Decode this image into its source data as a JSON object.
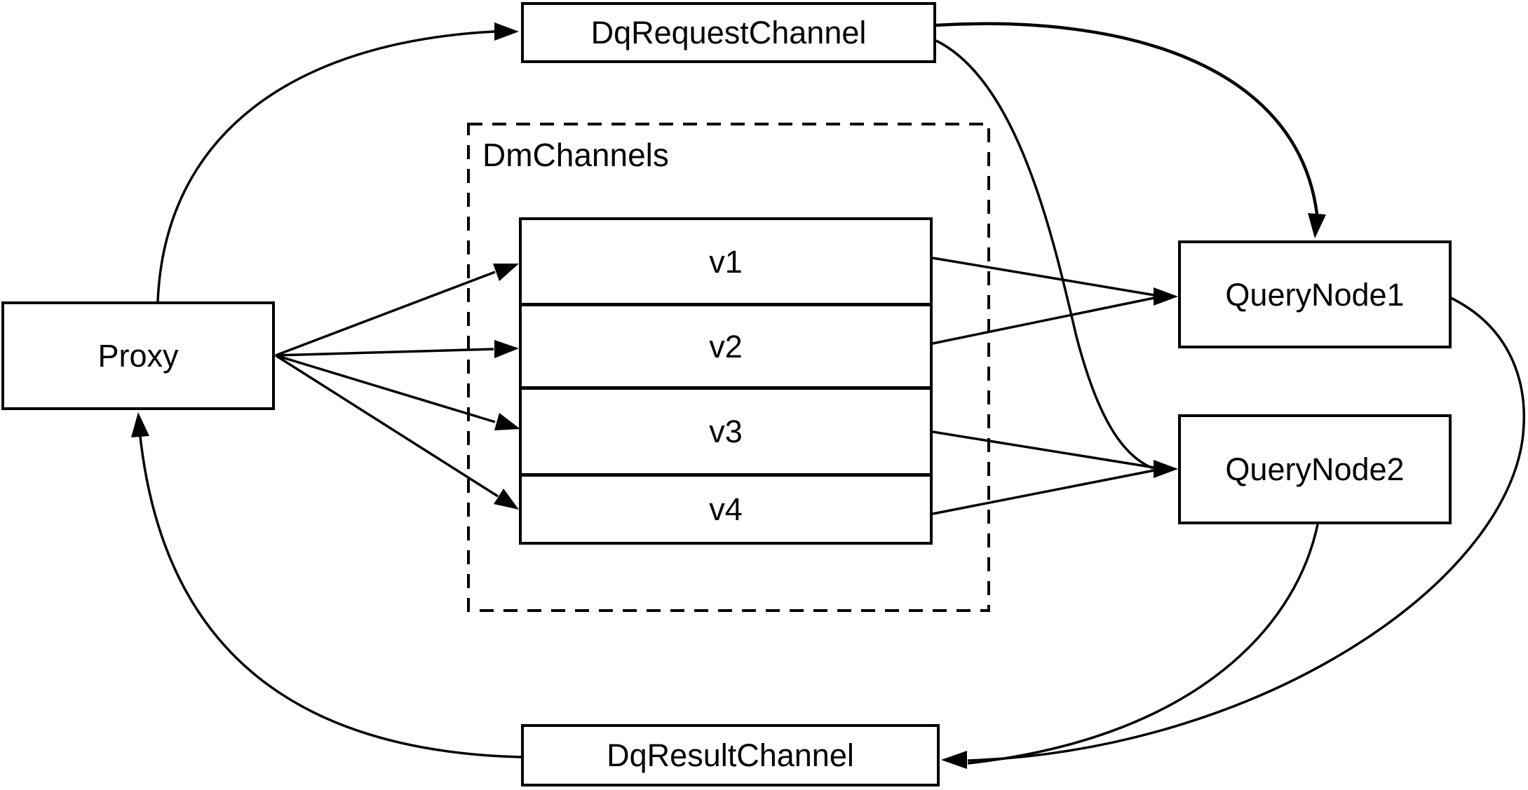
{
  "diagram": {
    "background_color": "#ffffff",
    "line_color": "#000000",
    "nodes": {
      "proxy": {
        "label": "Proxy"
      },
      "dq_request_channel": {
        "label": "DqRequestChannel"
      },
      "dq_result_channel": {
        "label": "DqResultChannel"
      },
      "query_node_1": {
        "label": "QueryNode1"
      },
      "query_node_2": {
        "label": "QueryNode2"
      },
      "dm_channels": {
        "label": "DmChannels",
        "channels": [
          {
            "label": "v1"
          },
          {
            "label": "v2"
          },
          {
            "label": "v3"
          },
          {
            "label": "v4"
          }
        ]
      }
    },
    "edges": [
      {
        "from": "Proxy",
        "to": "DqRequestChannel"
      },
      {
        "from": "Proxy",
        "to": "v1"
      },
      {
        "from": "Proxy",
        "to": "v2"
      },
      {
        "from": "Proxy",
        "to": "v3"
      },
      {
        "from": "Proxy",
        "to": "v4"
      },
      {
        "from": "v1",
        "to": "QueryNode1"
      },
      {
        "from": "v2",
        "to": "QueryNode1"
      },
      {
        "from": "v3",
        "to": "QueryNode2"
      },
      {
        "from": "v4",
        "to": "QueryNode2"
      },
      {
        "from": "DqRequestChannel",
        "to": "QueryNode1"
      },
      {
        "from": "DqRequestChannel",
        "to": "QueryNode2"
      },
      {
        "from": "QueryNode1",
        "to": "DqResultChannel"
      },
      {
        "from": "QueryNode2",
        "to": "DqResultChannel"
      },
      {
        "from": "DqResultChannel",
        "to": "Proxy"
      }
    ]
  }
}
